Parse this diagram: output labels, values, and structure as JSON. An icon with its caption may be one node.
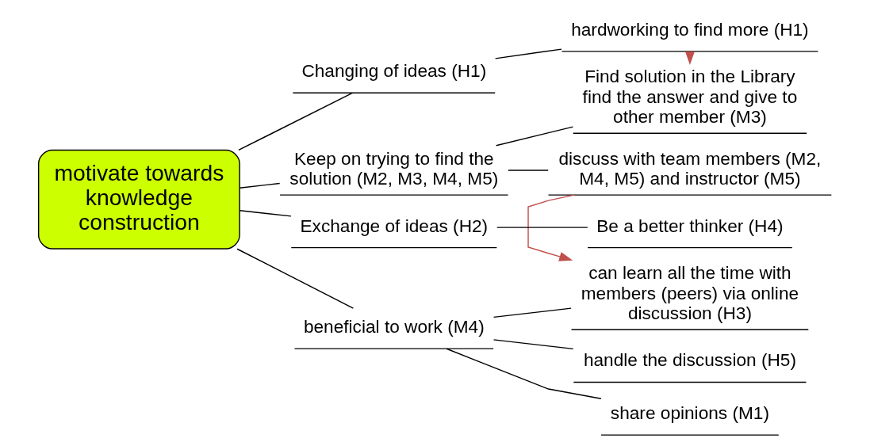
{
  "diagram": {
    "nodes": [
      {
        "text": [
          "motivate towards knowledge construction"
        ]
      },
      {
        "text": [
          "Changing of ideas (H1)"
        ]
      },
      {
        "text": [
          "hardworking to find more (H1)"
        ]
      },
      {
        "text": [
          "Keep on trying to find the solution (M2, M3, M4, M5)"
        ]
      },
      {
        "text": [
          "Find solution in the Library find the answer and give to other member (M3)"
        ]
      },
      {
        "text": [
          "discuss with team members (M2, M4, M5) and instructor (M5)"
        ]
      },
      {
        "text": [
          "Exchange of ideas (H2)"
        ]
      },
      {
        "text": [
          "Be a better thinker (H4)"
        ]
      },
      {
        "text": [
          "beneficial to work (M4)"
        ]
      },
      {
        "text": [
          "can learn all the time with members (peers) via online discussion (H3)"
        ]
      },
      {
        "text": [
          "handle the discussion (H5)"
        ]
      },
      {
        "text": [
          "share opinions (M1)"
        ]
      }
    ],
    "edges": [
      {
        "from": 0,
        "to": 1,
        "arrow": "none"
      },
      {
        "from": 1,
        "to": 2,
        "arrow": "none"
      },
      {
        "from": 0,
        "to": 3,
        "arrow": "none"
      },
      {
        "from": 3,
        "to": 4,
        "arrow": "none"
      },
      {
        "from": 3,
        "to": 5,
        "arrow": "none"
      },
      {
        "from": 0,
        "to": 6,
        "arrow": "none"
      },
      {
        "from": 6,
        "to": 7,
        "arrow": "none"
      },
      {
        "from": 0,
        "to": 8,
        "arrow": "none"
      },
      {
        "from": 8,
        "to": 9,
        "arrow": "none"
      },
      {
        "from": 8,
        "to": 10,
        "arrow": "none"
      },
      {
        "from": 8,
        "to": 11,
        "arrow": "none"
      },
      {
        "from": 2,
        "to": 4,
        "arrow": "to",
        "color": "#c0504d"
      },
      {
        "from": 5,
        "to": 9,
        "arrow": "to",
        "color": "#c0504d"
      }
    ]
  }
}
